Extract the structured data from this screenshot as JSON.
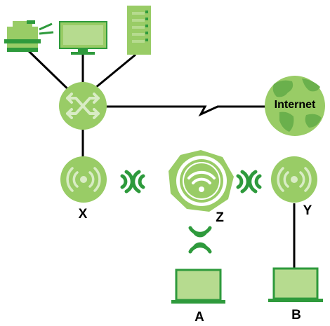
{
  "labels": {
    "ap_x": "X",
    "ap_y": "Y",
    "controller_z": "Z",
    "client_a": "A",
    "client_b": "B",
    "internet": "Internet"
  },
  "colors": {
    "light_green": "#99cc66",
    "mid_green": "#6ab04c",
    "dark_green": "#2e9a3c",
    "line": "#000000",
    "pale": "#dfeecf"
  },
  "icons": [
    "printer-icon",
    "monitor-icon",
    "server-icon",
    "switch-icon",
    "globe-icon",
    "access-point-icon",
    "wifi-icon",
    "laptop-icon",
    "signal-waves-icon"
  ]
}
